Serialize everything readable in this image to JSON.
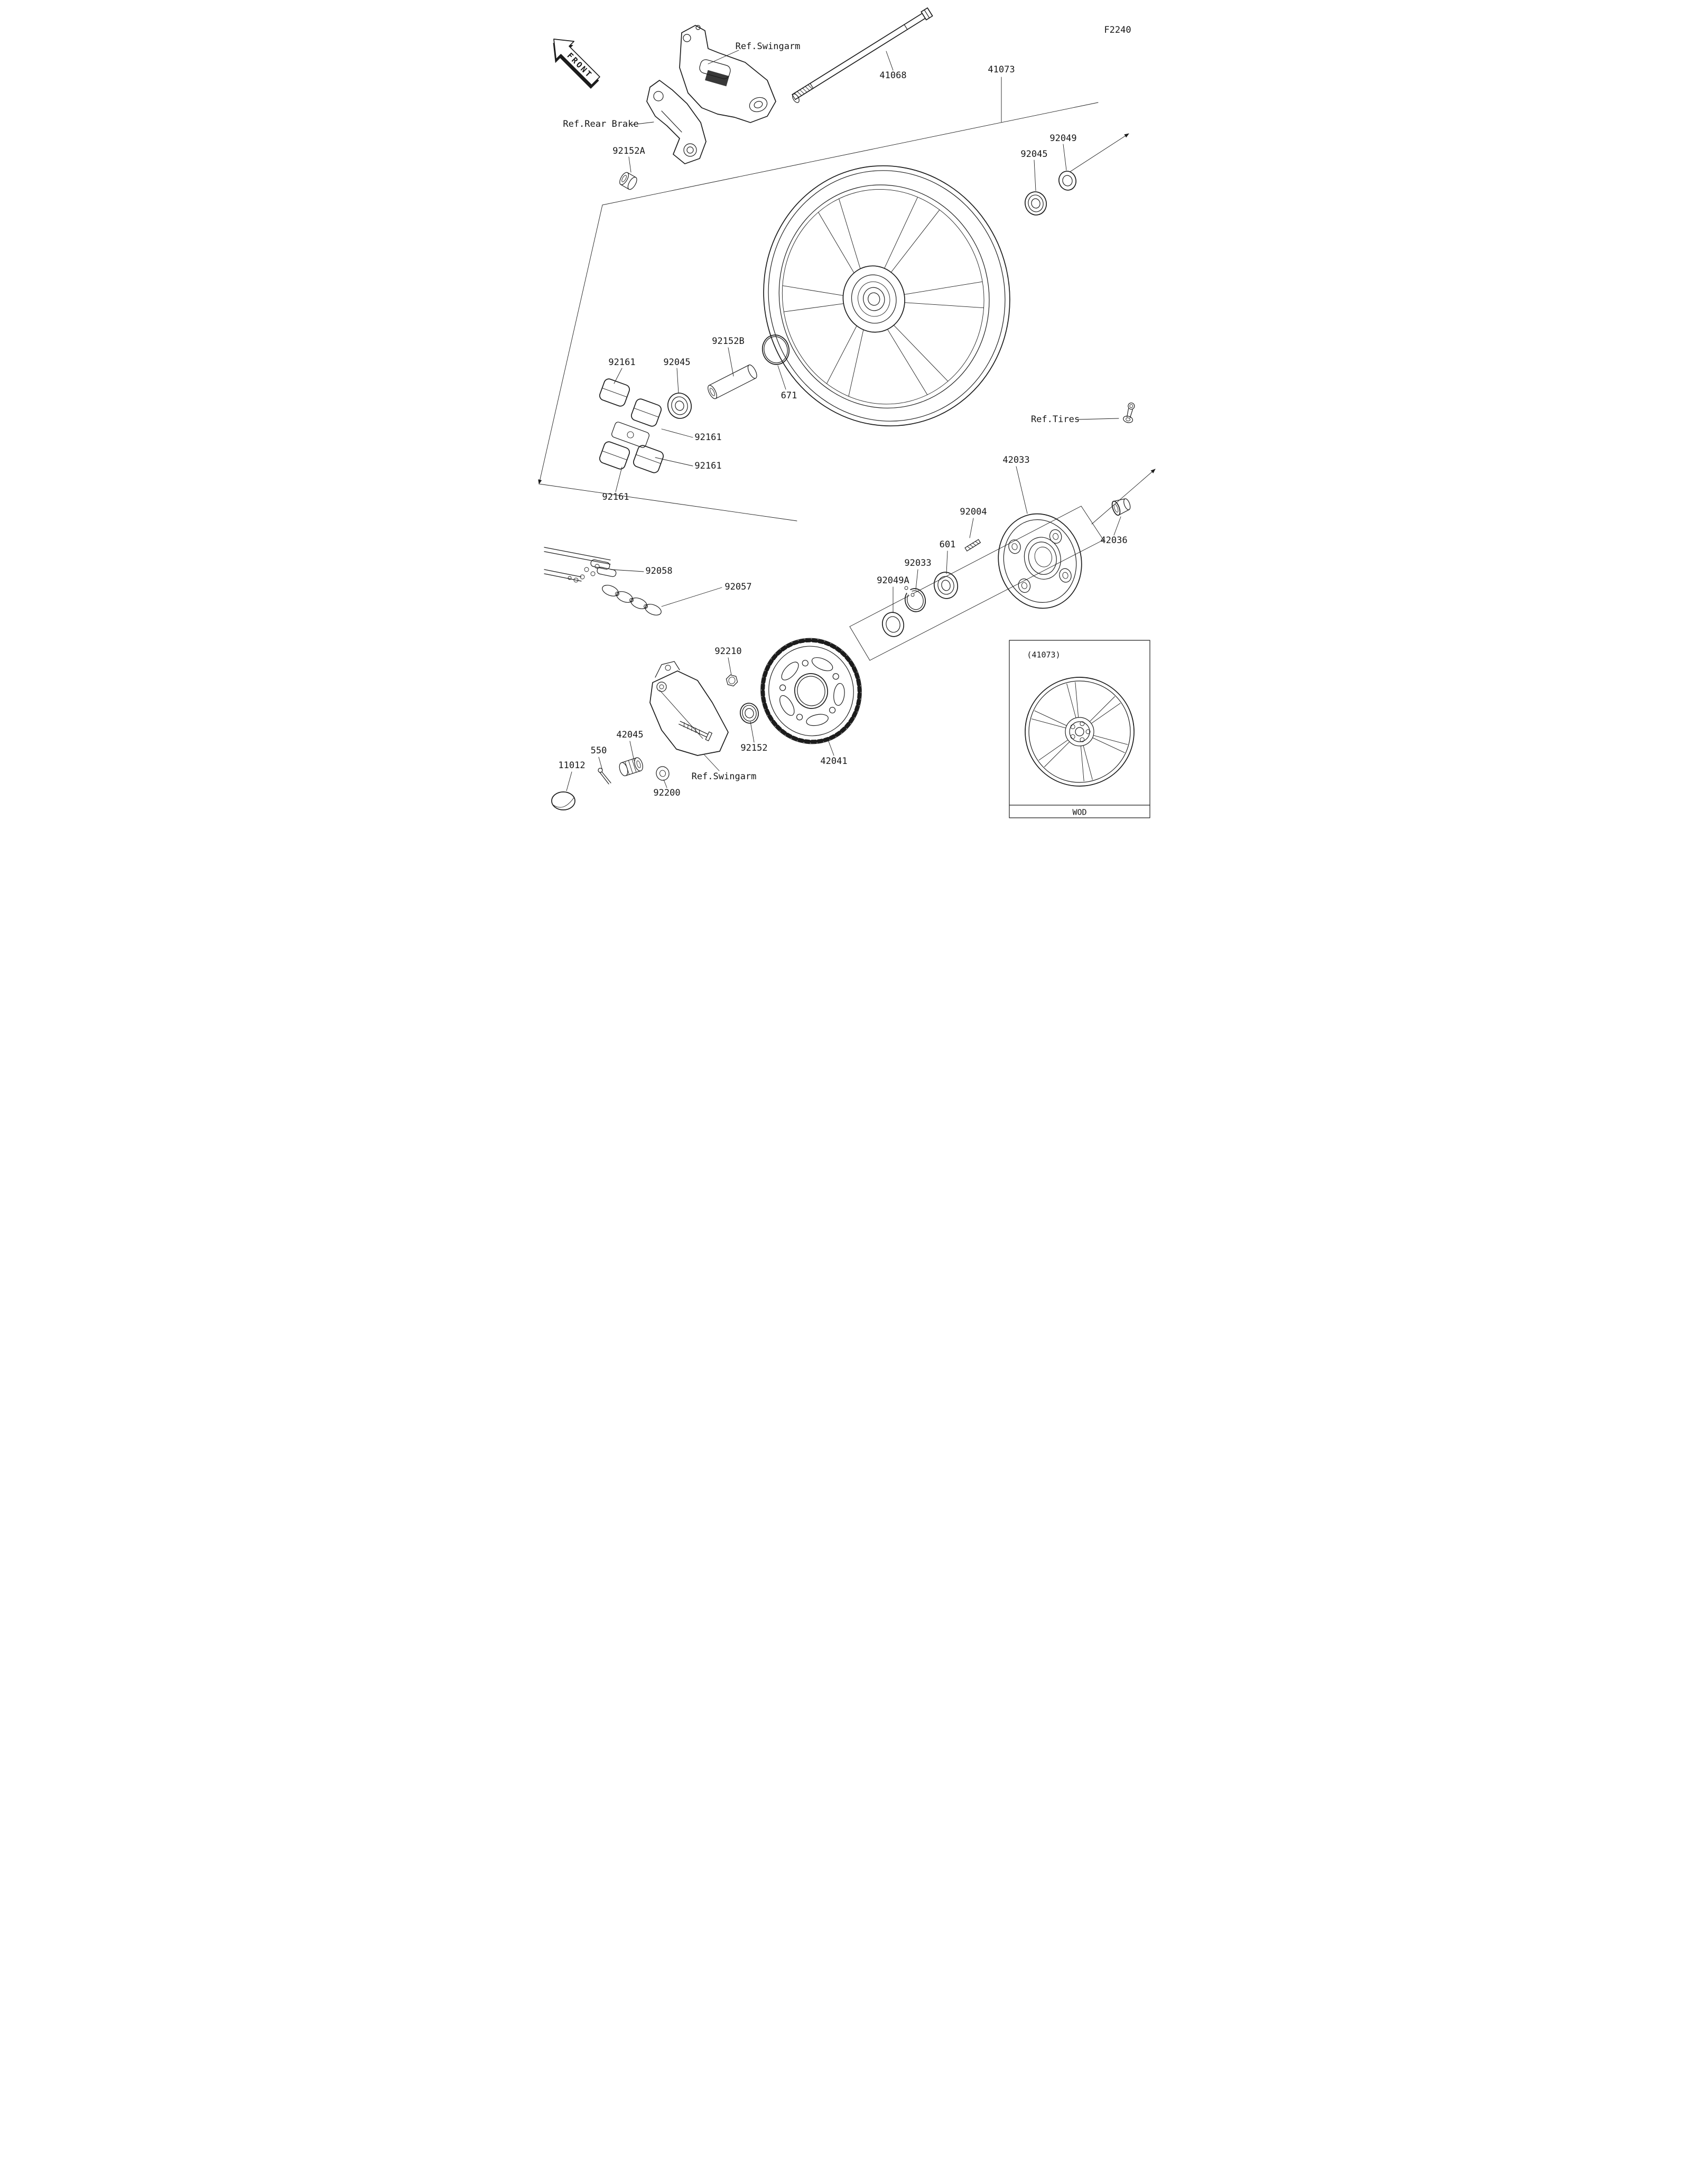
{
  "page": {
    "figure_code": "F2240",
    "front_label": "FRONT"
  },
  "refs": {
    "swingarm_top": "Ref.Swingarm",
    "rear_brake": "Ref.Rear Brake",
    "tires": "Ref.Tires",
    "swingarm_bottom": "Ref.Swingarm"
  },
  "callouts": {
    "axle": "41068",
    "wheel": "41073",
    "collar_92152a": "92152A",
    "bearing_right": "92045",
    "seal_92049": "92049",
    "sleeve_92152b": "92152B",
    "oring_671": "671",
    "damper_1": "92161",
    "bearing_left": "92045",
    "damper_2": "92161",
    "damper_3": "92161",
    "damper_4": "92161",
    "coupling_42033": "42033",
    "stud_92004": "92004",
    "bearing_601": "601",
    "circlip_92033": "92033",
    "seal_92049a": "92049A",
    "cap_42036": "42036",
    "joint_chain_92058": "92058",
    "chain_92057": "92057",
    "nut_92210": "92210",
    "collar_92152": "92152",
    "sprocket_42041": "42041",
    "adjuster_42045": "42045",
    "pin_550": "550",
    "cap_11012": "11012",
    "washer_92200": "92200"
  },
  "inset": {
    "title": "(41073)",
    "code": "WOD"
  }
}
